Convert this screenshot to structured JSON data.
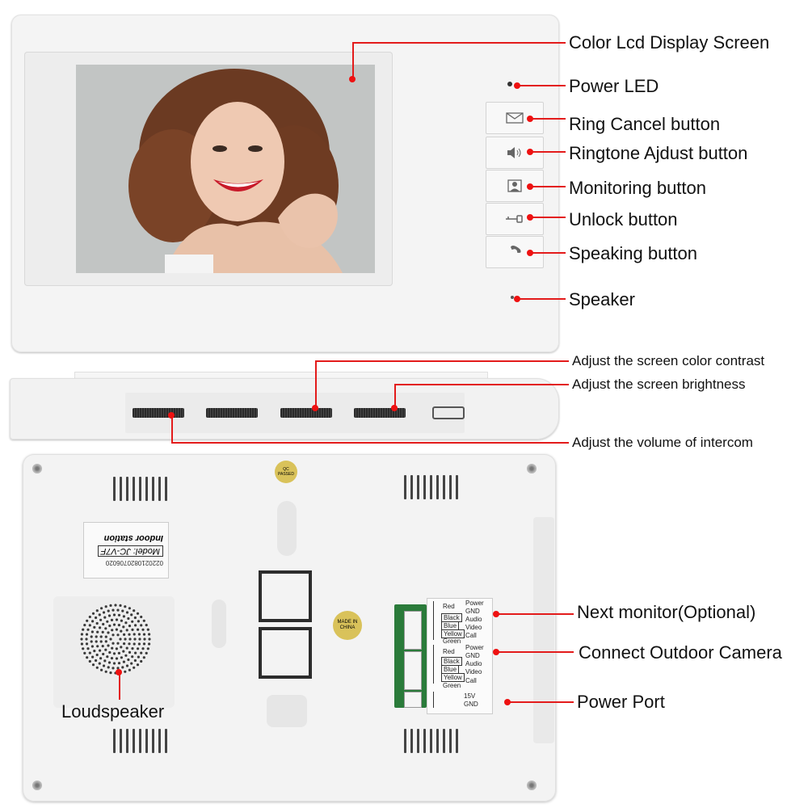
{
  "front_labels": {
    "screen": "Color Lcd Display Screen",
    "power_led": "Power LED",
    "ring_cancel": "Ring Cancel button",
    "ringtone_adjust": "Ringtone Ajdust button",
    "monitoring": "Monitoring button",
    "unlock": "Unlock button",
    "speaking": "Speaking button",
    "speaker": "Speaker"
  },
  "side_labels": {
    "contrast": "Adjust the screen color contrast",
    "brightness": "Adjust the screen brightness",
    "volume": "Adjust the volume of intercom"
  },
  "back_labels": {
    "next_monitor": "Next monitor(Optional)",
    "outdoor_camera": "Connect Outdoor Camera",
    "power_port": "Power Port",
    "loudspeaker": "Loudspeaker"
  },
  "model_sticker": {
    "serial": "0220210820706020",
    "model": "Model: JC-V7F",
    "type": "Indoor station"
  },
  "stickers": {
    "made_in": "MADE IN CHINA",
    "qc": "QC PASSED"
  },
  "terminal": {
    "block1": [
      {
        "wire": "Red",
        "signal": "Power"
      },
      {
        "wire": "",
        "signal": "GND"
      },
      {
        "wire": "Black",
        "signal": "Audio"
      },
      {
        "wire": "Blue",
        "signal": "Video"
      },
      {
        "wire": "Yellow",
        "signal": "Call"
      },
      {
        "wire": "Green",
        "signal": ""
      }
    ],
    "block2": [
      {
        "wire": "Red",
        "signal": "Power"
      },
      {
        "wire": "",
        "signal": "GND"
      },
      {
        "wire": "Black",
        "signal": "Audio"
      },
      {
        "wire": "Blue",
        "signal": "Video"
      },
      {
        "wire": "Yellow",
        "signal": "Call"
      },
      {
        "wire": "Green",
        "signal": ""
      }
    ],
    "power": [
      "15V",
      "GND"
    ]
  },
  "colors": {
    "accent_line": "#e31b1b",
    "body": "#f3f3f3",
    "pcb": "#2a7b3a"
  },
  "icons": {
    "ring_cancel": "envelope-icon",
    "ringtone_adjust": "speaker-volume-icon",
    "monitoring": "portrait-icon",
    "unlock": "key-icon",
    "speaking": "handset-icon"
  }
}
